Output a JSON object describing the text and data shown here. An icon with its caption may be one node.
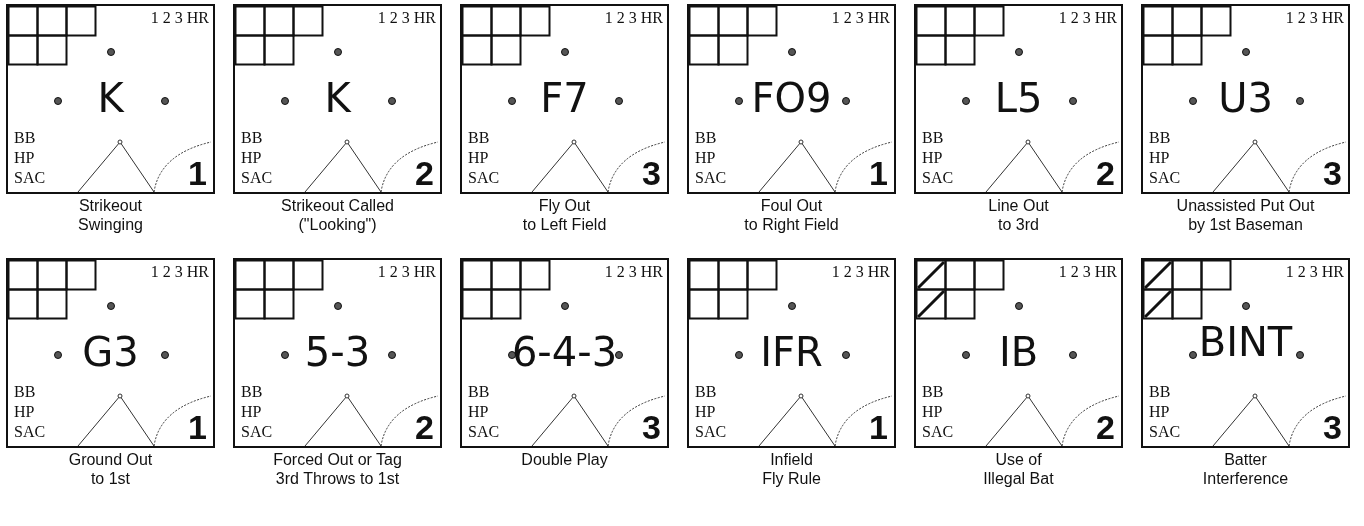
{
  "diagram": {
    "nodes": [
      {
        "text": [
          "K",
          "1 2 3 HR",
          "BB",
          "HP",
          "SAC",
          "1"
        ],
        "beside": [
          "Strikeout Swinging"
        ]
      },
      {
        "text": [
          "K",
          "1 2 3 HR",
          "BB",
          "HP",
          "SAC",
          "2"
        ],
        "beside": [
          "Strikeout Called (\"Looking\")"
        ]
      },
      {
        "text": [
          "F7",
          "1 2 3 HR",
          "BB",
          "HP",
          "SAC",
          "3"
        ],
        "beside": [
          "Fly Out to Left Field"
        ]
      },
      {
        "text": [
          "FO9",
          "1 2 3 HR",
          "BB",
          "HP",
          "SAC",
          "1"
        ],
        "beside": [
          "Foul Out to Right Field"
        ]
      },
      {
        "text": [
          "L5",
          "1 2 3 HR",
          "BB",
          "HP",
          "SAC",
          "2"
        ],
        "beside": [
          "Line Out to 3rd"
        ]
      },
      {
        "text": [
          "U3",
          "1 2 3 HR",
          "BB",
          "HP",
          "SAC",
          "3"
        ],
        "beside": [
          "Unassisted Put Out by 1st Baseman"
        ]
      },
      {
        "text": [
          "G3",
          "1 2 3 HR",
          "BB",
          "HP",
          "SAC",
          "1"
        ],
        "beside": [
          "Ground Out to 1st"
        ]
      },
      {
        "text": [
          "5-3",
          "1 2 3 HR",
          "BB",
          "HP",
          "SAC",
          "2"
        ],
        "beside": [
          "Forced Out or Tag 3rd Throws to 1st"
        ]
      },
      {
        "text": [
          "6-4-3",
          "1 2 3 HR",
          "BB",
          "HP",
          "SAC",
          "3"
        ],
        "beside": [
          "Double Play"
        ]
      },
      {
        "text": [
          "IFR",
          "1 2 3 HR",
          "BB",
          "HP",
          "SAC",
          "1"
        ],
        "beside": [
          "Infield Fly Rule"
        ]
      },
      {
        "text": [
          "IB",
          "1 2 3 HR",
          "BB",
          "HP",
          "SAC",
          "2"
        ],
        "beside": [
          "Use of Illegal Bat"
        ]
      },
      {
        "text": [
          "BINT",
          "1 2 3 HR",
          "BB",
          "HP",
          "SAC",
          "3"
        ],
        "beside": [
          "Batter Interference"
        ]
      }
    ]
  }
}
